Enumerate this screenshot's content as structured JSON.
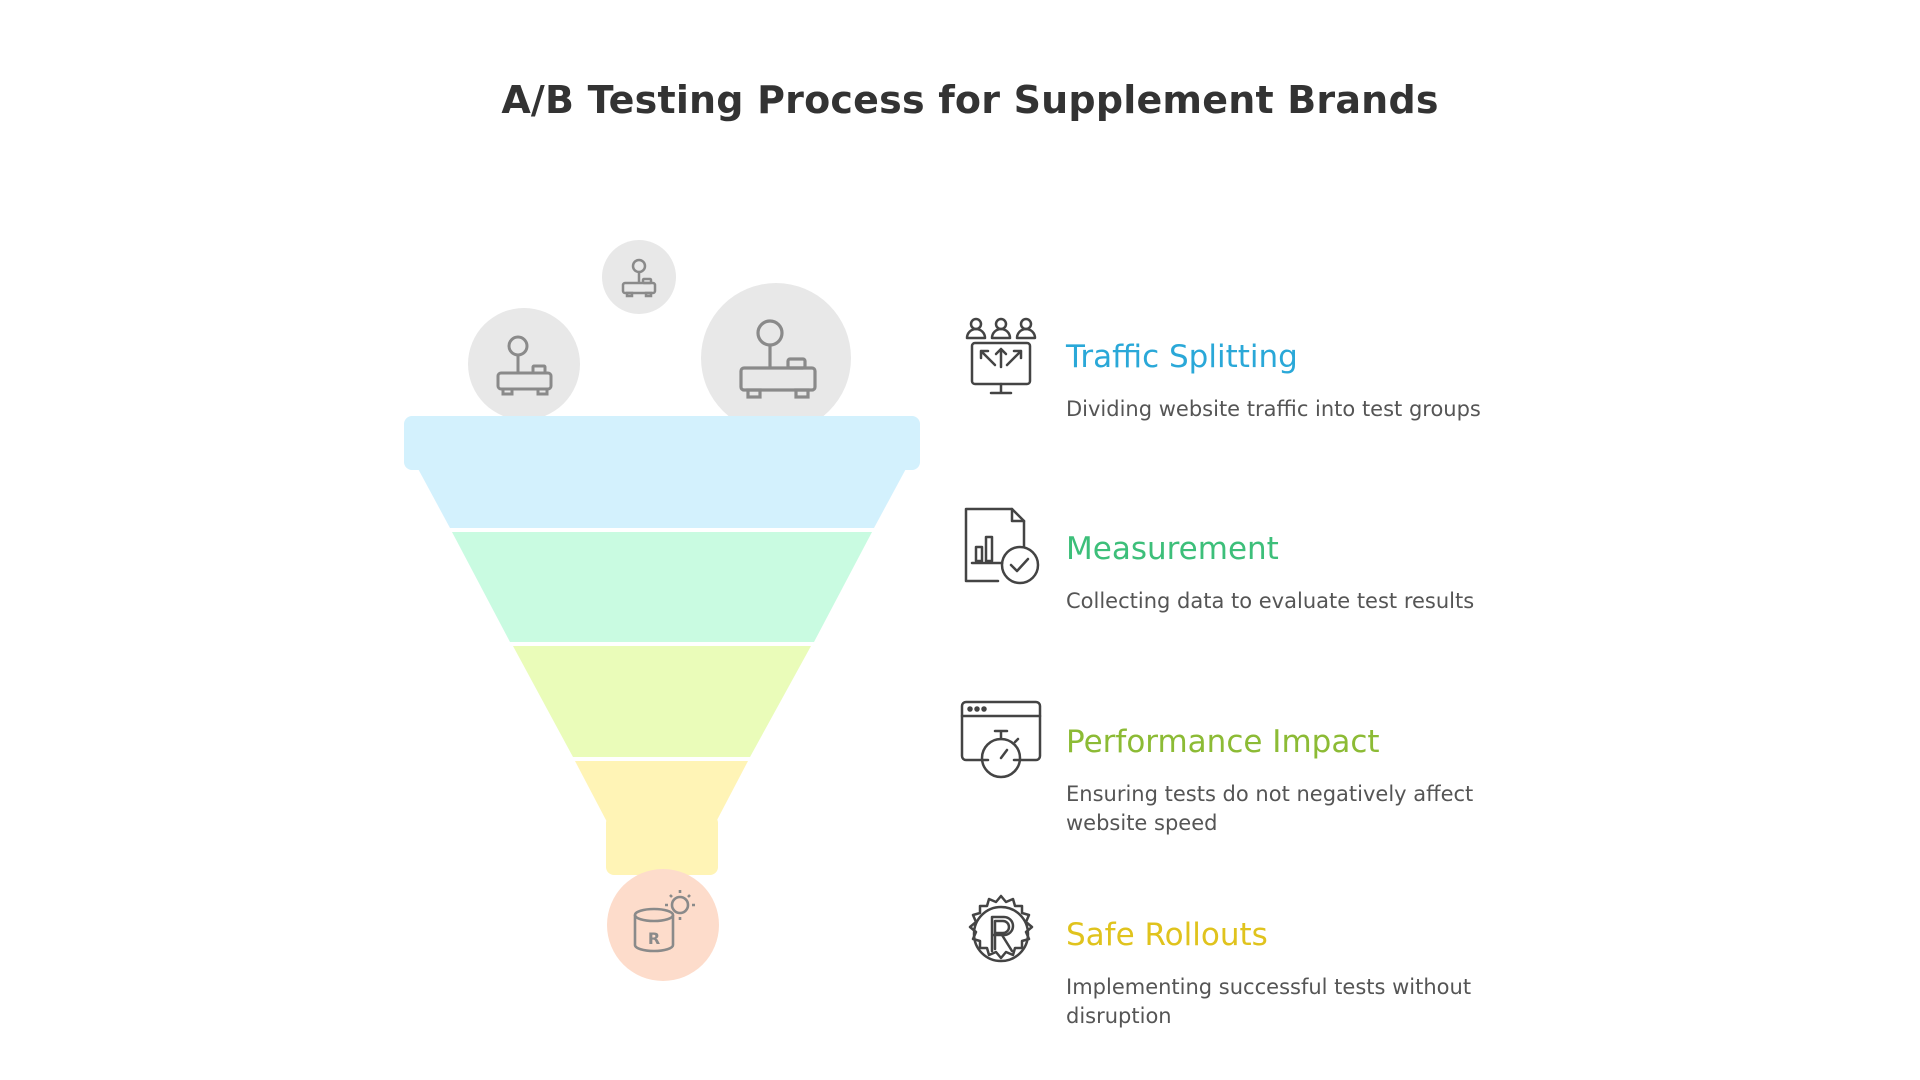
{
  "title": "A/B Testing Process for Supplement Brands",
  "colors": {
    "band1": "#d3f1fd",
    "band2": "#c9fbe1",
    "band3": "#eafcb9",
    "band4": "#fff4b6",
    "bottom_circle": "#fddccb",
    "top_circles": "#e8e8e8",
    "icon_stroke": "#444444"
  },
  "stages": [
    {
      "title": "Traffic Splitting",
      "description": "Dividing website traffic into test groups",
      "color": "#2aa8d8",
      "icon": "people-split-monitor-icon"
    },
    {
      "title": "Measurement",
      "description": "Collecting data to evaluate test results",
      "color": "#3dbf7a",
      "icon": "chart-document-check-icon"
    },
    {
      "title": "Performance Impact",
      "description": "Ensuring tests do not negatively affect website speed",
      "color": "#8cbb35",
      "icon": "browser-stopwatch-icon"
    },
    {
      "title": "Safe Rollouts",
      "description": "Implementing successful tests without disruption",
      "color": "#e0c31d",
      "icon": "registered-gear-icon"
    }
  ]
}
